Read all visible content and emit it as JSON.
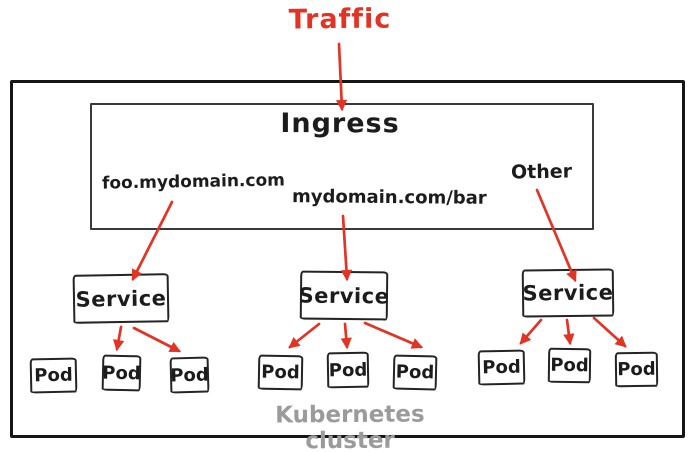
{
  "colors": {
    "arrow": "#e23325",
    "ink": "#1c1c1c",
    "muted": "#9b9b9b"
  },
  "traffic_label": "Traffic",
  "cluster_label": "Kubernetes cluster",
  "ingress": {
    "title": "Ingress",
    "rules": [
      "foo.mydomain.com",
      "mydomain.com/bar",
      "Other"
    ]
  },
  "services": [
    {
      "label": "Service",
      "pods": [
        "Pod",
        "Pod",
        "Pod"
      ]
    },
    {
      "label": "Service",
      "pods": [
        "Pod",
        "Pod",
        "Pod"
      ]
    },
    {
      "label": "Service",
      "pods": [
        "Pod",
        "Pod",
        "Pod"
      ]
    }
  ]
}
